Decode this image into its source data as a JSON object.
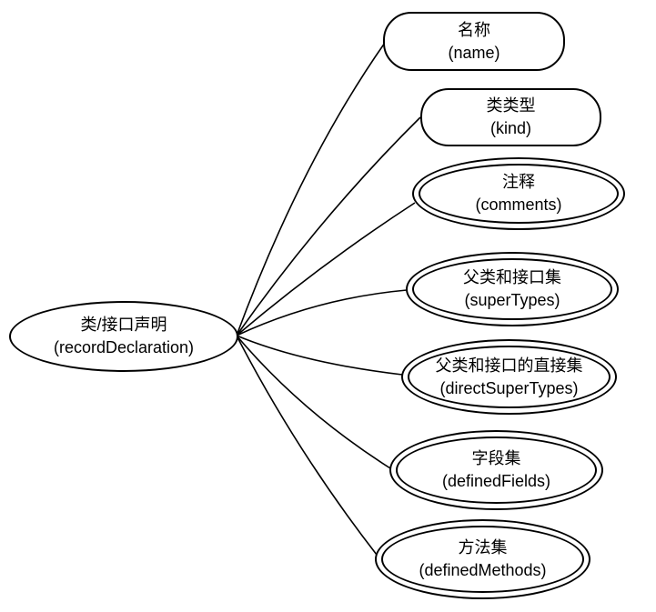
{
  "diagram": {
    "background_color": "#ffffff",
    "line_color": "#000000",
    "text_color": "#000000",
    "root": {
      "label_zh": "类/接口声明",
      "label_en": "(recordDeclaration)",
      "shape": "ellipse"
    },
    "children": [
      {
        "label_zh": "名称",
        "label_en": "(name)",
        "shape": "rounded-rectangle"
      },
      {
        "label_zh": "类类型",
        "label_en": "(kind)",
        "shape": "rounded-rectangle"
      },
      {
        "label_zh": "注释",
        "label_en": "(comments)",
        "shape": "double-ellipse"
      },
      {
        "label_zh": "父类和接口集",
        "label_en": "(superTypes)",
        "shape": "double-ellipse"
      },
      {
        "label_zh": "父类和接口的直接集",
        "label_en": "(directSuperTypes)",
        "shape": "double-ellipse"
      },
      {
        "label_zh": "字段集",
        "label_en": "(definedFields)",
        "shape": "double-ellipse"
      },
      {
        "label_zh": "方法集",
        "label_en": "(definedMethods)",
        "shape": "double-ellipse"
      }
    ],
    "edges": [
      {
        "from": "recordDeclaration",
        "to": "name"
      },
      {
        "from": "recordDeclaration",
        "to": "kind"
      },
      {
        "from": "recordDeclaration",
        "to": "comments"
      },
      {
        "from": "recordDeclaration",
        "to": "superTypes"
      },
      {
        "from": "recordDeclaration",
        "to": "directSuperTypes"
      },
      {
        "from": "recordDeclaration",
        "to": "definedFields"
      },
      {
        "from": "recordDeclaration",
        "to": "definedMethods"
      }
    ]
  }
}
